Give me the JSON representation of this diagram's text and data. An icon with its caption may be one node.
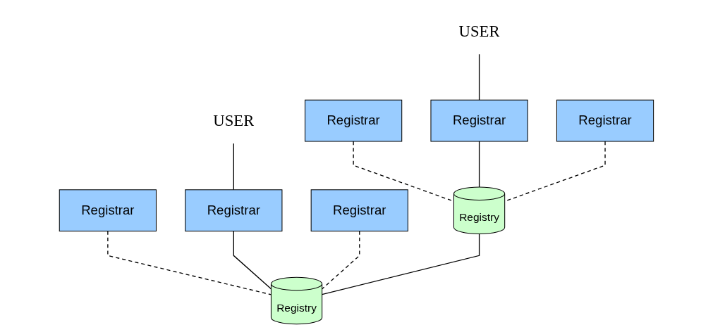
{
  "diagram": {
    "nodes": [
      {
        "text": [
          "USER"
        ]
      },
      {
        "text": [
          "USER"
        ]
      },
      {
        "text": [
          "Registrar"
        ]
      },
      {
        "text": [
          "Registrar"
        ]
      },
      {
        "text": [
          "Registrar"
        ]
      },
      {
        "text": [
          "Registrar"
        ]
      },
      {
        "text": [
          "Registrar"
        ]
      },
      {
        "text": [
          "Registrar"
        ]
      },
      {
        "text": [
          "Registry"
        ]
      },
      {
        "text": [
          "Registry"
        ]
      }
    ],
    "edges": [
      {
        "from": 0,
        "to": 3,
        "arrow": "none"
      },
      {
        "from": 1,
        "to": 6,
        "arrow": "none"
      },
      {
        "from": 2,
        "to": 8,
        "arrow": "none",
        "style": "dashed"
      },
      {
        "from": 3,
        "to": 8,
        "arrow": "none"
      },
      {
        "from": 4,
        "to": 8,
        "arrow": "none",
        "style": "dashed"
      },
      {
        "from": 5,
        "to": 9,
        "arrow": "none",
        "style": "dashed"
      },
      {
        "from": 6,
        "to": 9,
        "arrow": "none"
      },
      {
        "from": 7,
        "to": 9,
        "arrow": "none",
        "style": "dashed"
      },
      {
        "from": 8,
        "to": 9,
        "arrow": "none"
      }
    ]
  }
}
